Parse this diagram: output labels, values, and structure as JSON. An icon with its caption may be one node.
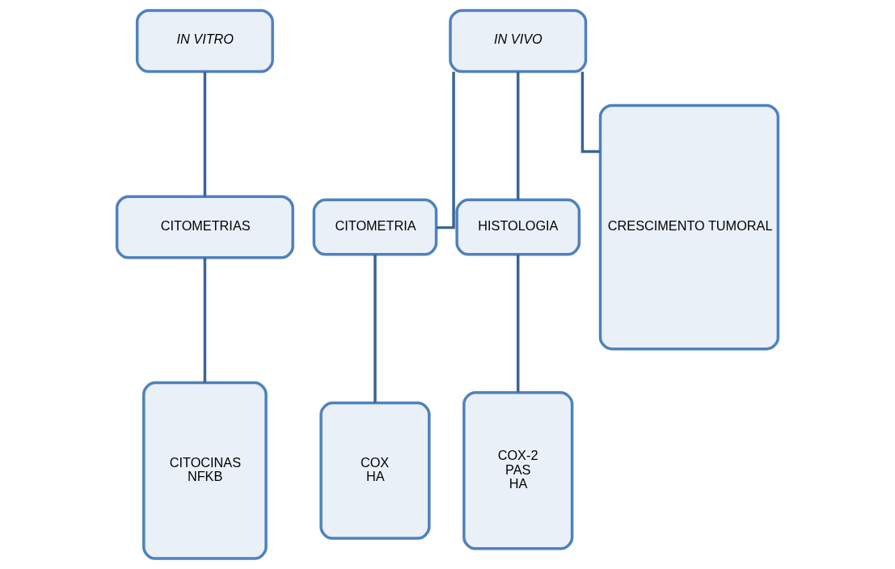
{
  "diagram": {
    "nodes": [
      {
        "text": [
          "IN VITRO"
        ]
      },
      {
        "text": [
          "CITOMETRIAS"
        ]
      },
      {
        "text": [
          "CITOCINAS",
          "NFKB"
        ]
      },
      {
        "text": [
          "IN VIVO"
        ]
      },
      {
        "text": [
          "CITOMETRIA"
        ]
      },
      {
        "text": [
          "HISTOLOGIA"
        ]
      },
      {
        "text": [
          "CRESCIMENTO TUMORAL"
        ]
      },
      {
        "text": [
          "COX",
          "HA"
        ]
      },
      {
        "text": [
          "COX-2",
          "PAS",
          "HA"
        ]
      }
    ],
    "edges": [
      {
        "from": 0,
        "to": 1,
        "arrow": "none"
      },
      {
        "from": 1,
        "to": 2,
        "arrow": "none"
      },
      {
        "from": 3,
        "to": 4,
        "arrow": "none"
      },
      {
        "from": 3,
        "to": 5,
        "arrow": "none"
      },
      {
        "from": 3,
        "to": 6,
        "arrow": "none"
      },
      {
        "from": 4,
        "to": 7,
        "arrow": "none"
      },
      {
        "from": 5,
        "to": 8,
        "arrow": "none"
      }
    ]
  }
}
